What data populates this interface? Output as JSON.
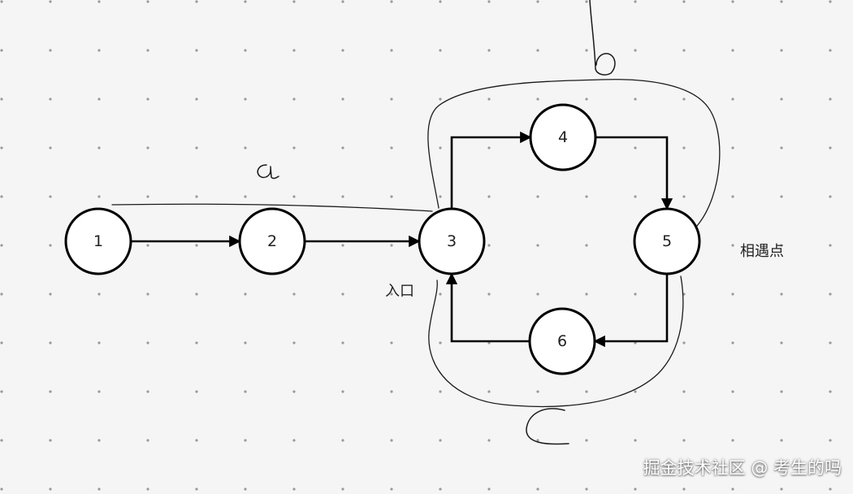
{
  "nodes": [
    {
      "id": "1",
      "label": "1"
    },
    {
      "id": "2",
      "label": "2"
    },
    {
      "id": "3",
      "label": "3"
    },
    {
      "id": "4",
      "label": "4"
    },
    {
      "id": "5",
      "label": "5"
    },
    {
      "id": "6",
      "label": "6"
    }
  ],
  "edges": [
    {
      "from": "1",
      "to": "2"
    },
    {
      "from": "2",
      "to": "3"
    },
    {
      "from": "3",
      "to": "4"
    },
    {
      "from": "4",
      "to": "5"
    },
    {
      "from": "5",
      "to": "6"
    },
    {
      "from": "6",
      "to": "3"
    }
  ],
  "annotations": {
    "entrance": "入口",
    "meeting_point": "相遇点"
  },
  "watermark": "掘金技术社区 @ 考生的吗",
  "colors": {
    "background": "#f5f5f5",
    "dot_grid": "#9a9a9a",
    "stroke": "#000000"
  }
}
